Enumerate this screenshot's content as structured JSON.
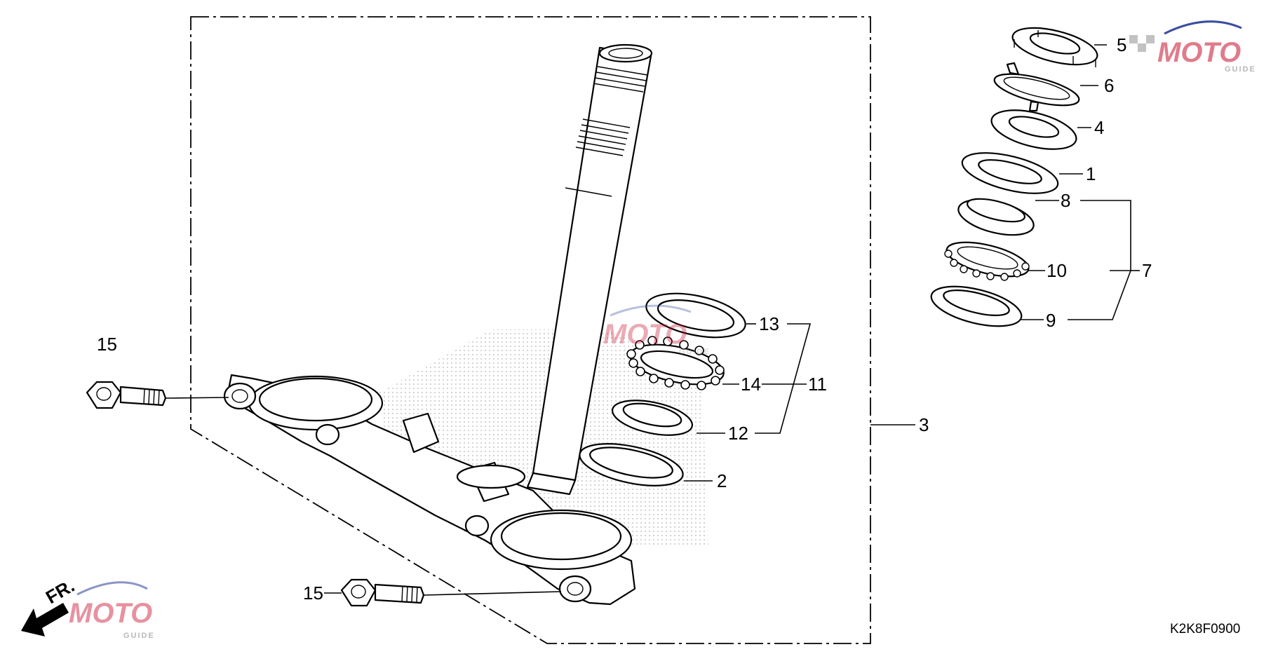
{
  "callouts": {
    "c1": "1",
    "c2": "2",
    "c3": "3",
    "c4": "4",
    "c5": "5",
    "c6": "6",
    "c7": "7",
    "c8": "8",
    "c9": "9",
    "c10": "10",
    "c11": "11",
    "c12": "12",
    "c13": "13",
    "c14": "14",
    "c15a": "15",
    "c15b": "15"
  },
  "diagram_code": "K2K8F0900",
  "front_indicator": "FR.",
  "watermark": {
    "logo_letters": "MOTO",
    "sub_label": "GUIDE"
  },
  "colors": {
    "ink": "#000000",
    "watermark_red": "#c8102e",
    "watermark_blue": "#3a4ea0",
    "watermark_gray": "#9a9a9a",
    "stipple": "#d6d6d6"
  }
}
